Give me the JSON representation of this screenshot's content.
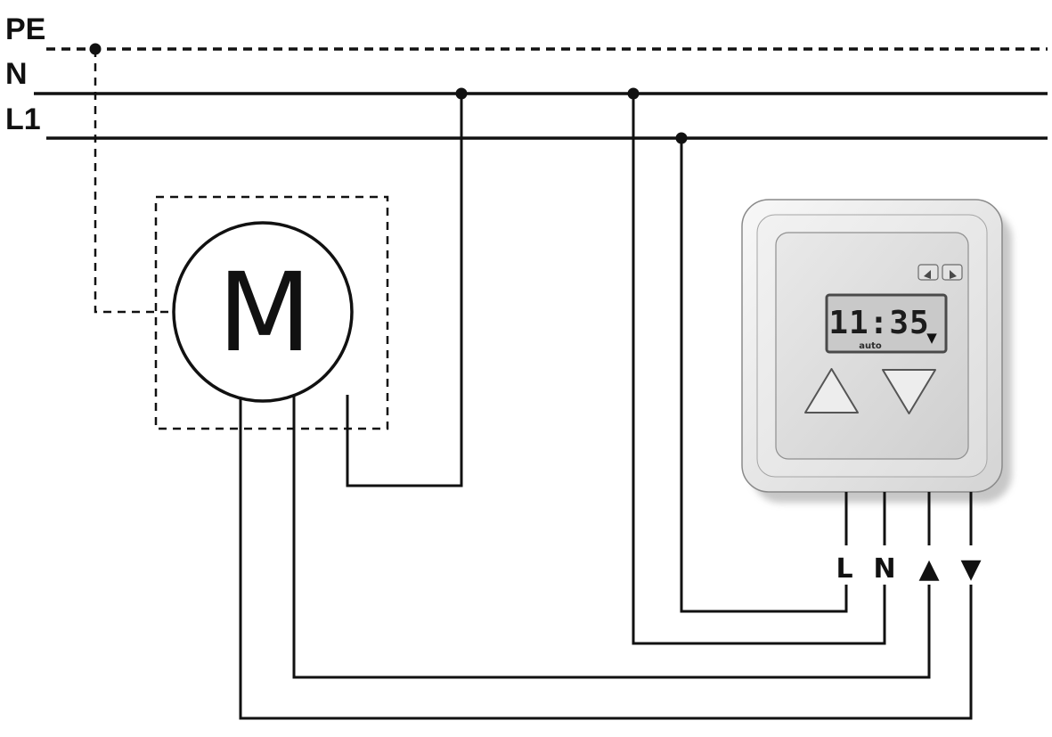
{
  "buses": {
    "pe": {
      "label": "PE"
    },
    "n": {
      "label": "N"
    },
    "l1": {
      "label": "L1"
    }
  },
  "motor": {
    "label": "M"
  },
  "timer": {
    "lcd": {
      "time": "11:35",
      "mode": "auto",
      "down_indicator": "▼"
    }
  },
  "terminals": [
    {
      "id": "L",
      "label": "L"
    },
    {
      "id": "N",
      "label": "N"
    },
    {
      "id": "up",
      "label": "▲"
    },
    {
      "id": "down",
      "label": "▼"
    }
  ],
  "icons": {
    "up-button-icon": "▲",
    "down-button-icon": "▼",
    "lcd-down-arrow-icon": "▼",
    "small-left-arrow-icon": "◂",
    "small-right-arrow-icon": "▸"
  },
  "colors": {
    "wire": "#111111",
    "background": "#ffffff",
    "device_body": "#e9e9e9",
    "device_panel": "#dcdcdc",
    "lcd_background": "#c9c9c9",
    "lcd_border": "#4a4a4a"
  }
}
